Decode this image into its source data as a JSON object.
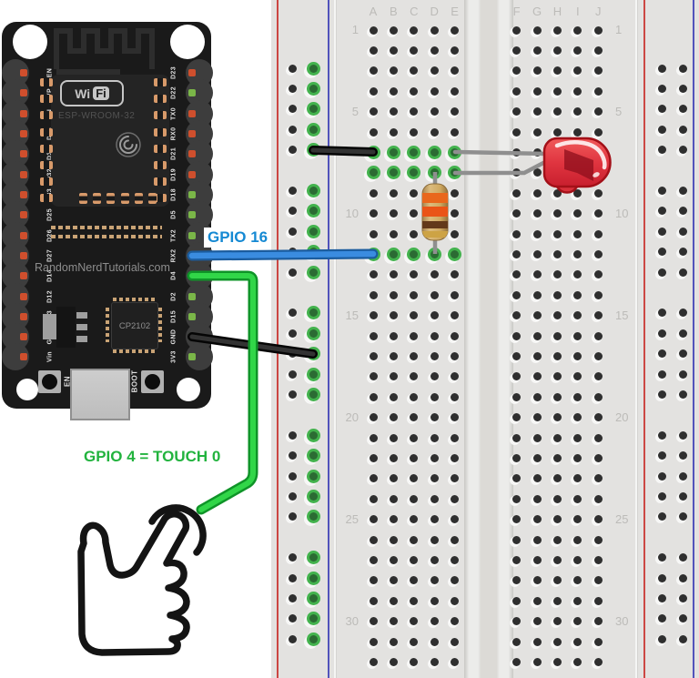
{
  "esp32": {
    "wifi_logo": {
      "wi": "Wi",
      "fi": "Fi"
    },
    "module_name": "ESP-WROOM-32",
    "credit_text": "RandomNerdTutorials.com",
    "usb_chip_label": "CP2102",
    "en_button_label": "EN",
    "boot_button_label": "BOOT",
    "left_pins": [
      {
        "label": "EN",
        "color": "red"
      },
      {
        "label": "VP",
        "color": "red"
      },
      {
        "label": "VN",
        "color": "red"
      },
      {
        "label": "D34",
        "color": "red"
      },
      {
        "label": "D35",
        "color": "red"
      },
      {
        "label": "D32",
        "color": "red"
      },
      {
        "label": "D33",
        "color": "red"
      },
      {
        "label": "D25",
        "color": "red"
      },
      {
        "label": "D26",
        "color": "red"
      },
      {
        "label": "D27",
        "color": "red"
      },
      {
        "label": "D14",
        "color": "red"
      },
      {
        "label": "D12",
        "color": "red"
      },
      {
        "label": "D13",
        "color": "red"
      },
      {
        "label": "GND",
        "color": "red"
      },
      {
        "label": "Vin",
        "color": "red"
      }
    ],
    "right_pins": [
      {
        "label": "D23",
        "color": "red"
      },
      {
        "label": "D22",
        "color": "green"
      },
      {
        "label": "TX0",
        "color": "red"
      },
      {
        "label": "RX0",
        "color": "red"
      },
      {
        "label": "D21",
        "color": "red"
      },
      {
        "label": "D19",
        "color": "red"
      },
      {
        "label": "D18",
        "color": "green"
      },
      {
        "label": "D5",
        "color": "green"
      },
      {
        "label": "TX2",
        "color": "green"
      },
      {
        "label": "RX2",
        "color": "green"
      },
      {
        "label": "D4",
        "color": "green"
      },
      {
        "label": "D2",
        "color": "green"
      },
      {
        "label": "D15",
        "color": "green"
      },
      {
        "label": "GND",
        "color": "green"
      },
      {
        "label": "3V3",
        "color": "green"
      }
    ]
  },
  "breadboard": {
    "column_letters_left": [
      "A",
      "B",
      "C",
      "D",
      "E"
    ],
    "column_letters_right": [
      "F",
      "G",
      "H",
      "I",
      "J"
    ],
    "row_numbers": [
      1,
      5,
      10,
      15,
      20,
      25,
      30
    ],
    "visible_rows": 32,
    "connected_rows": [
      {
        "row": 7,
        "cols": [
          "A",
          "B",
          "C",
          "D",
          "E"
        ]
      },
      {
        "row": 8,
        "cols": [
          "A",
          "B",
          "C",
          "D",
          "E"
        ]
      },
      {
        "row": 12,
        "cols": [
          "A",
          "B",
          "C",
          "D",
          "E"
        ]
      }
    ],
    "ground_rail": "left-rail-inner-column"
  },
  "annotations": [
    {
      "text": "GPIO 16",
      "color": "#1589d3"
    },
    {
      "text": "GPIO 4 = TOUCH 0",
      "color": "#22b33e"
    }
  ],
  "components": {
    "led": {
      "name": "red-led",
      "body_color": "#dd3340",
      "anode_row": 7,
      "cathode_row": 8
    },
    "resistor": {
      "name": "resistor-330-ohm",
      "band_colors": [
        "orange",
        "orange",
        "brown",
        "gold"
      ],
      "from_hole": "D8",
      "to_hole": "D12"
    },
    "wires": [
      {
        "name": "ground-rail-to-A7",
        "color_hex": "#2d2d2d",
        "color": "black"
      },
      {
        "name": "rx2-gpio16-to-A12",
        "color_hex": "#3a8ce0",
        "color": "blue"
      },
      {
        "name": "d4-gpio4-to-touch-finger",
        "color_hex": "#31d648",
        "color": "green"
      },
      {
        "name": "gnd-pin-to-ground-rail",
        "color_hex": "#2d2d2d",
        "color": "black"
      }
    ],
    "touch_hand": {
      "name": "touch-finger-icon"
    }
  }
}
